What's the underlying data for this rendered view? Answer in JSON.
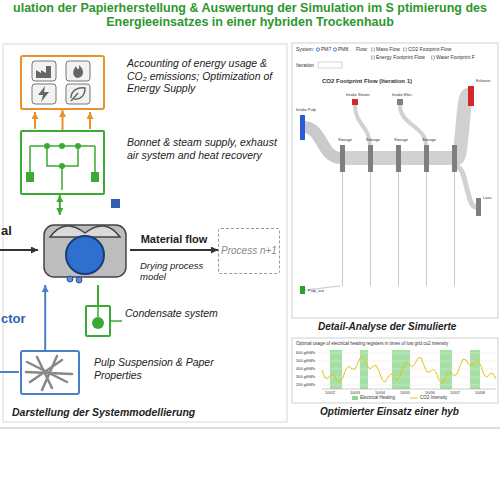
{
  "diagram": {
    "title": "ulation der Papierherstellung & Auswertung der Simulation im S ptimierung des Energieeinsatzes in einer hybriden Trockenhaub",
    "nodes": [
      {
        "text": [
          "Accounting of energy usage & CO₂ emissions; Optimization of Energy Supply"
        ]
      },
      {
        "text": [
          "Bonnet & steam supply, exhaust air system and heat recovery"
        ]
      },
      {
        "text": [
          "Drying process model"
        ]
      },
      {
        "text": [
          "Process n+1"
        ]
      },
      {
        "text": [
          "Condensate system"
        ]
      },
      {
        "text": [
          "Pulp Suspension & Paper Properties"
        ]
      }
    ],
    "edges": [
      {
        "from": 1,
        "to": 0,
        "arrow": "to"
      },
      {
        "from": 2,
        "to": 1,
        "arrow": "both"
      },
      {
        "from": 2,
        "to": 3,
        "arrow": "to",
        "label": "Material flow"
      },
      {
        "from": 4,
        "to": 2,
        "arrow": "none"
      },
      {
        "from": 5,
        "to": 2,
        "arrow": "to"
      }
    ],
    "labels": [
      "al",
      "ctor",
      "System:",
      "PM7",
      "PM8",
      "Flow:",
      "Mass Flow",
      "CO2 Footprint Flow",
      "Energy Footprint Flow",
      "Water Footprint F",
      "Iteration",
      "CO2 Footprint Flow (Iteration 1)",
      "Intake Pulp",
      "Intake Steam",
      "Intake Elec.",
      "Storage",
      "Storage",
      "Storage",
      "Storage",
      "Exhaust",
      "Loss",
      "Pulp_out",
      "Optimal usage of electrical heating registers in times of low grid co2 intensity",
      "600 g/kWh",
      "500 g/kWh",
      "400 g/kWh",
      "300 g/kWh",
      "200 g/kWh",
      "10/02",
      "10/03",
      "10/04",
      "10/05",
      "10/06",
      "10/07",
      "10/08",
      "Darstellung der Systemmodellierung",
      "Detail-Analyse der Simulierte",
      "Optimierter Einsatz einer hyb"
    ],
    "legend": [
      {
        "text": "Electrical Heating",
        "color": "#8fd98f"
      },
      {
        "text": "CO2 Intensity"
      }
    ]
  }
}
